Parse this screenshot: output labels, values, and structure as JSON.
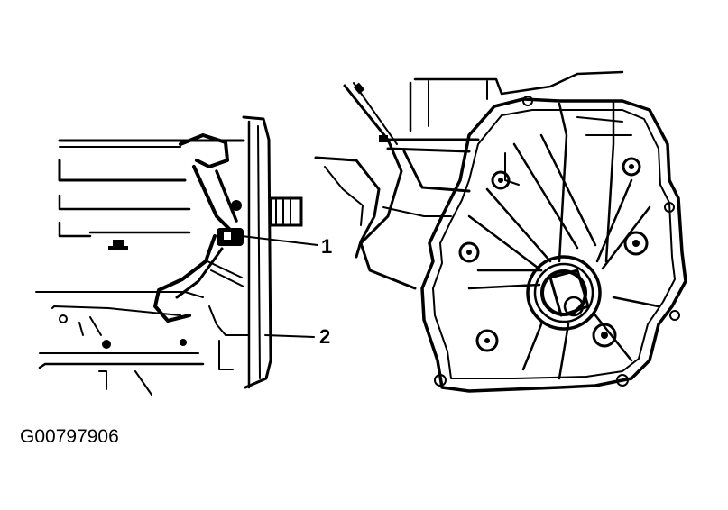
{
  "figure": {
    "callouts": [
      {
        "label": "1"
      },
      {
        "label": "2"
      }
    ],
    "figure_id": "G00797906",
    "ink_color": "#000000",
    "background_color": "#ffffff"
  }
}
